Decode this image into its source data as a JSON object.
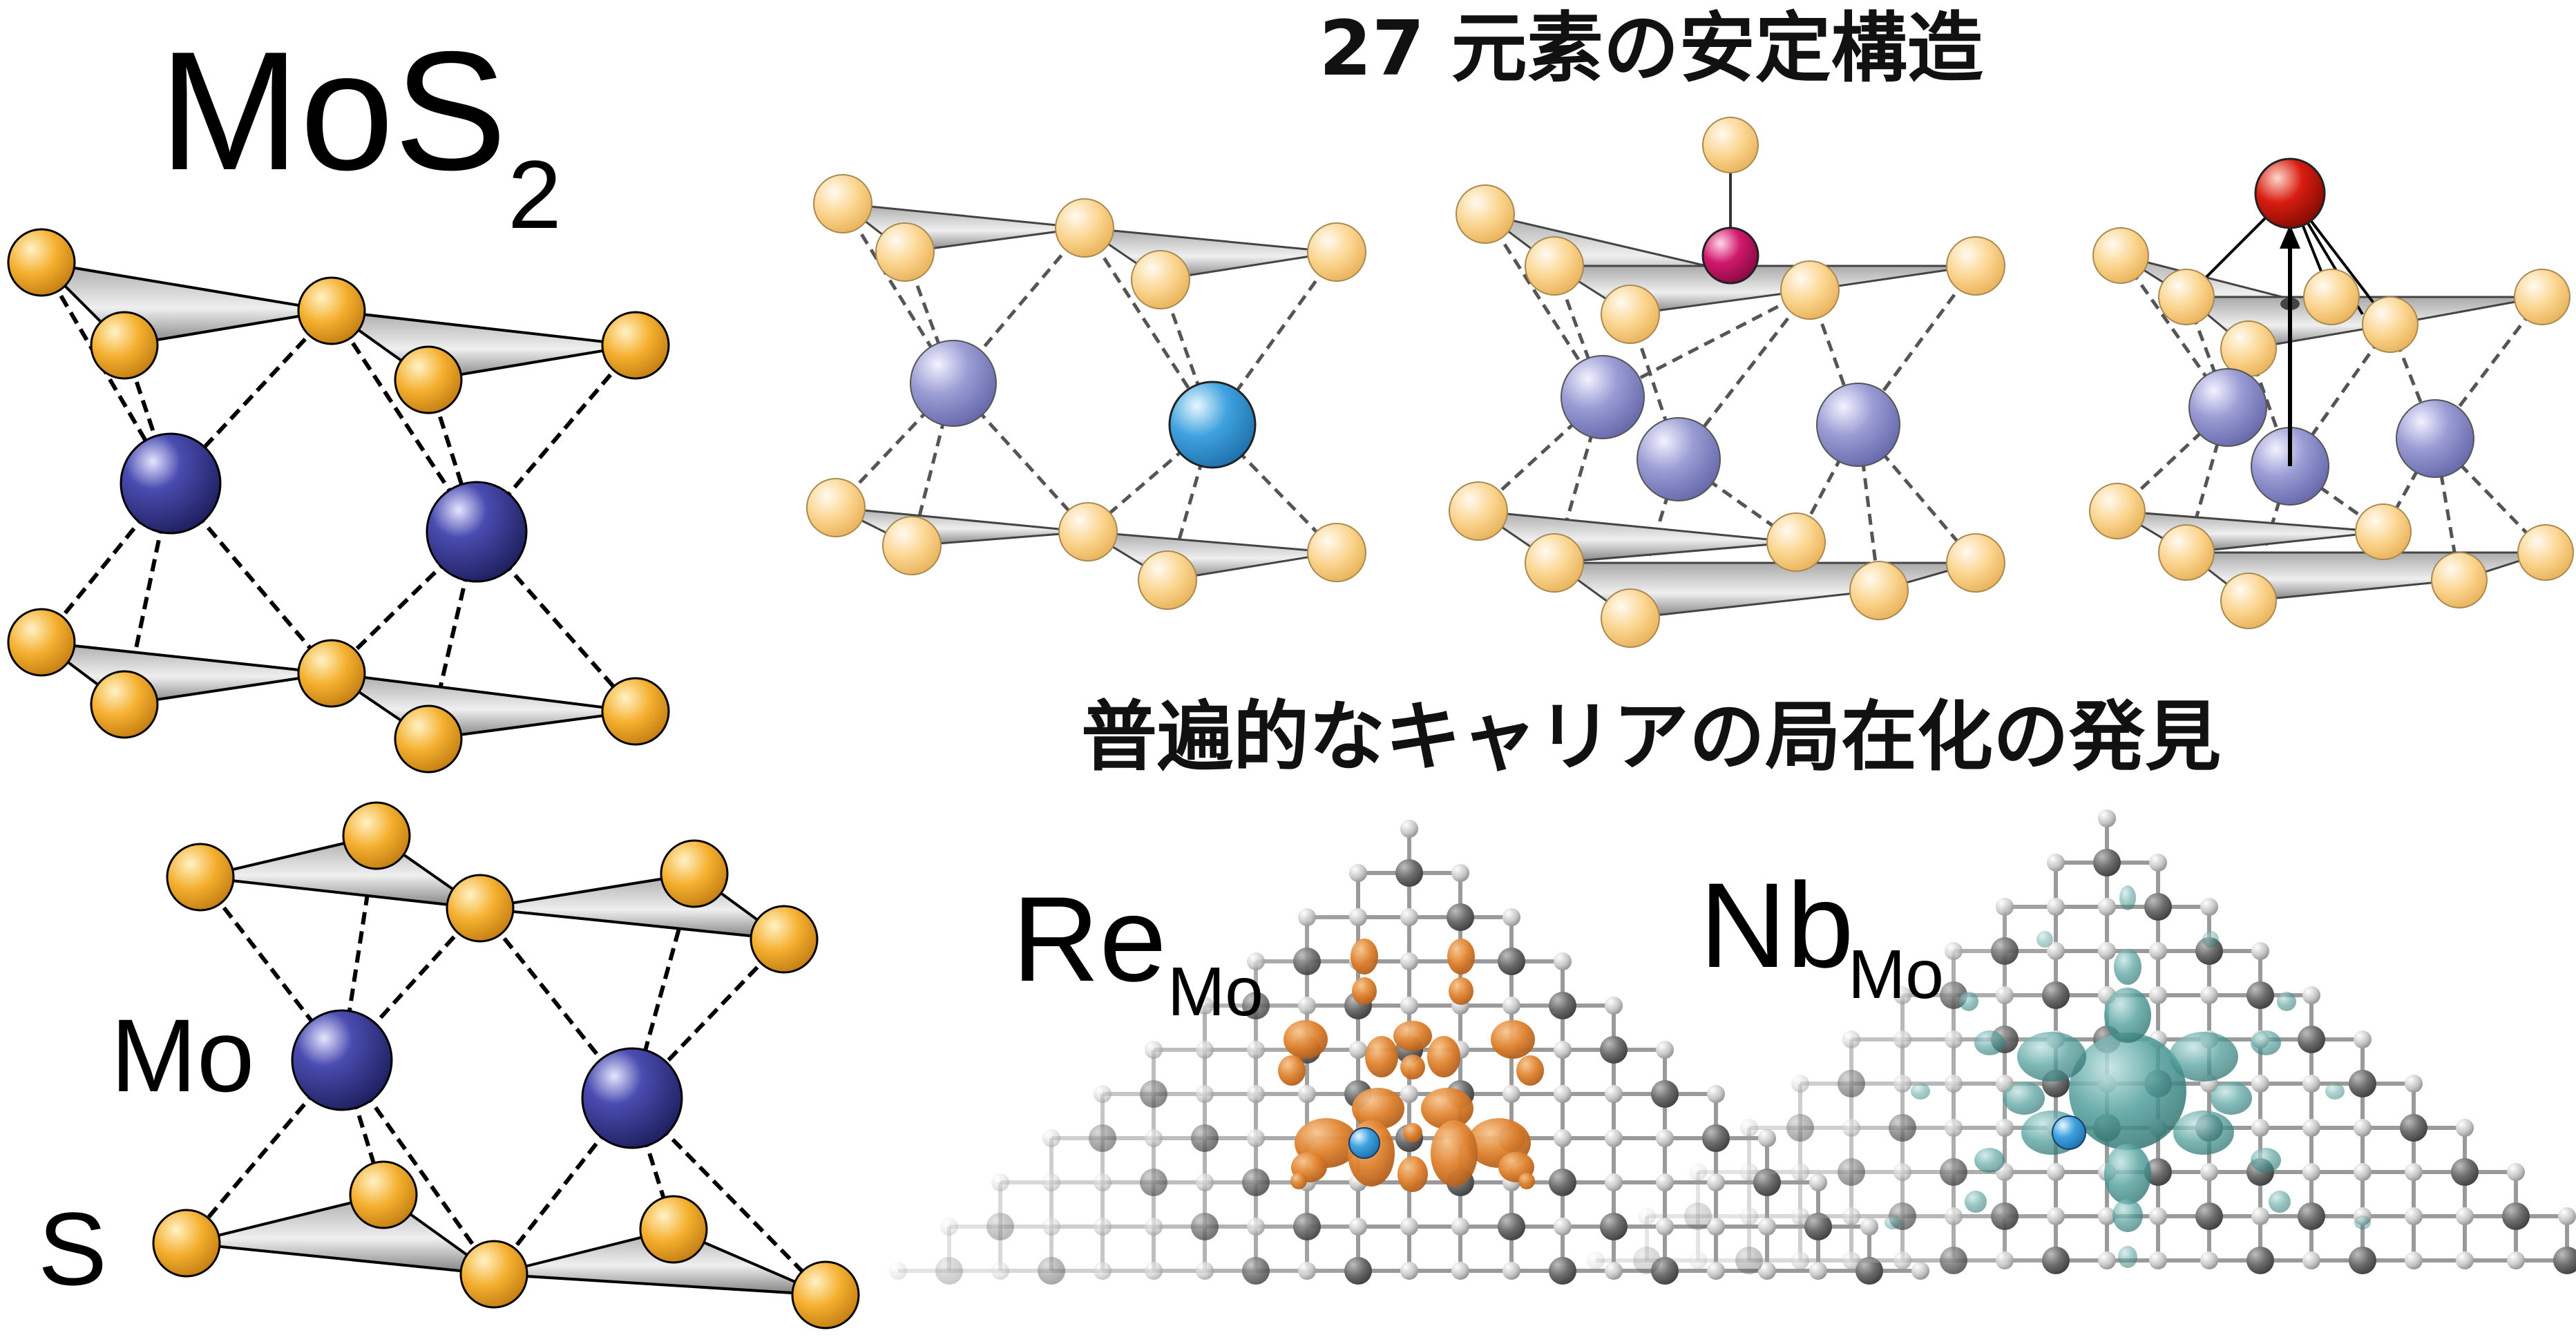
{
  "mos2_panel": {
    "formula_main": "MoS",
    "formula_sub": "2",
    "label_mo": "Mo",
    "label_s": "S"
  },
  "stable_structures": {
    "title": "27 元素の安定構造"
  },
  "localization": {
    "title": "普遍的なキャリアの局在化の発見",
    "re_label_main": "Re",
    "re_label_sub": "Mo",
    "nb_label_main": "Nb",
    "nb_label_sub": "Mo"
  },
  "colors": {
    "sulfur": "#f5b030",
    "sulfur_pale": "#fbd48d",
    "molybdenum_dark": "#2e2f7e",
    "molybdenum_pale": "#8b8dcc",
    "substituent_blue": "#3fa2df",
    "adatom_magenta": "#d0196c",
    "adatom_red": "#d81c10",
    "orange_density": "#e0822e",
    "teal_density": "#4f9e9b",
    "lattice_gray": "#6e6e6e"
  }
}
